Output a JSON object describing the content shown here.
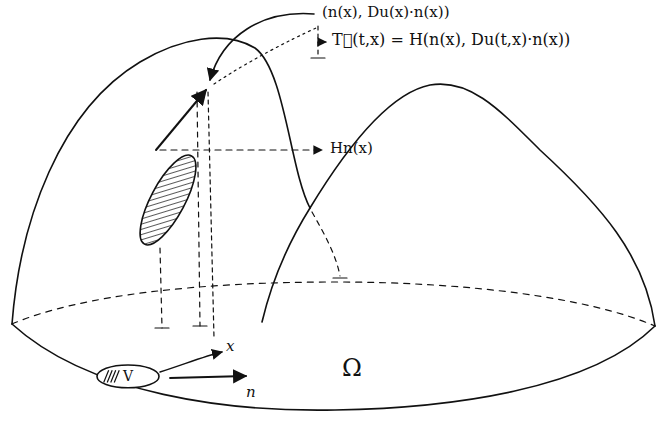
{
  "diagram": {
    "nodes": [
      {
        "text": [
          "V"
        ]
      }
    ],
    "labels": [
      "(n(x), Du(x)·n(x))",
      "T⃗(t,x) = H(n(x), Du(t,x)·n(x))",
      "Hn(x)",
      "x",
      "n",
      "Ω"
    ]
  }
}
